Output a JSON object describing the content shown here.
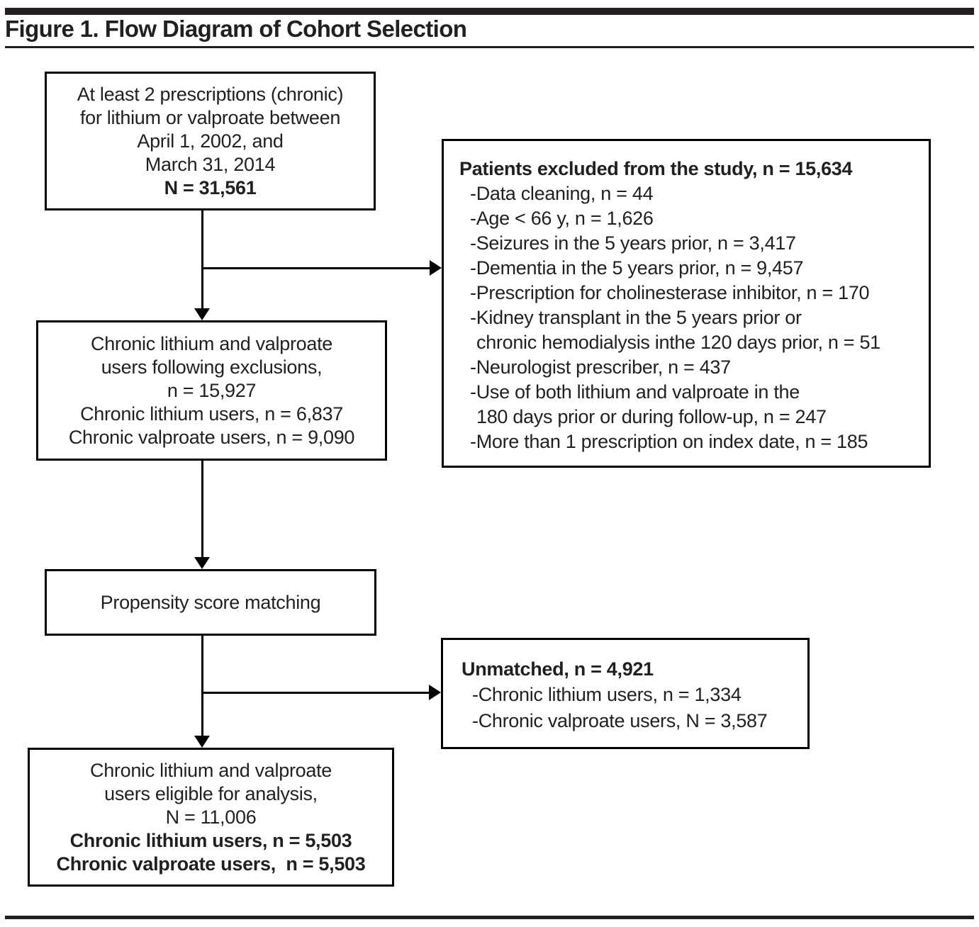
{
  "figure": {
    "title": "Figure 1. Flow Diagram of Cohort Selection"
  },
  "colors": {
    "text": "#231f20",
    "line": "#000000",
    "background": "#ffffff"
  },
  "boxes": {
    "initial": {
      "lines": [
        "At least 2 prescriptions (chronic)",
        "for lithium or valproate between",
        "April 1, 2002, and",
        "March 31, 2014"
      ],
      "total": "N = 31,561"
    },
    "excluded": {
      "heading": "Patients excluded from the study, n = 15,634",
      "lines": [
        "-Data cleaning, n = 44",
        "-Age < 66 y, n = 1,626",
        "-Seizures in the 5 years prior, n = 3,417",
        "-Dementia in the 5 years prior, n = 9,457",
        "-Prescription for cholinesterase inhibitor, n = 170",
        "-Kidney transplant in the 5 years prior or",
        "chronic hemodialysis inthe 120 days prior, n = 51",
        "-Neurologist prescriber, n = 437",
        "-Use of both lithium and valproate in the",
        "180 days prior or during follow-up, n = 247",
        "-More than 1 prescription on index date, n = 185"
      ]
    },
    "after_exclusions": {
      "lines": [
        "Chronic lithium and valproate",
        "users following exclusions,",
        "n = 15,927",
        "Chronic lithium users, n = 6,837",
        "Chronic valproate users, n = 9,090"
      ]
    },
    "propensity": {
      "label": "Propensity score matching"
    },
    "unmatched": {
      "heading": "Unmatched, n = 4,921",
      "lines": [
        "-Chronic lithium users, n = 1,334",
        "-Chronic valproate users, N = 3,587"
      ]
    },
    "eligible": {
      "lines": [
        "Chronic lithium and valproate",
        "users eligible for analysis,",
        "N = 11,006"
      ],
      "bold_lines": [
        "Chronic lithium users, n = 5,503",
        "Chronic valproate users,  n = 5,503"
      ]
    }
  }
}
